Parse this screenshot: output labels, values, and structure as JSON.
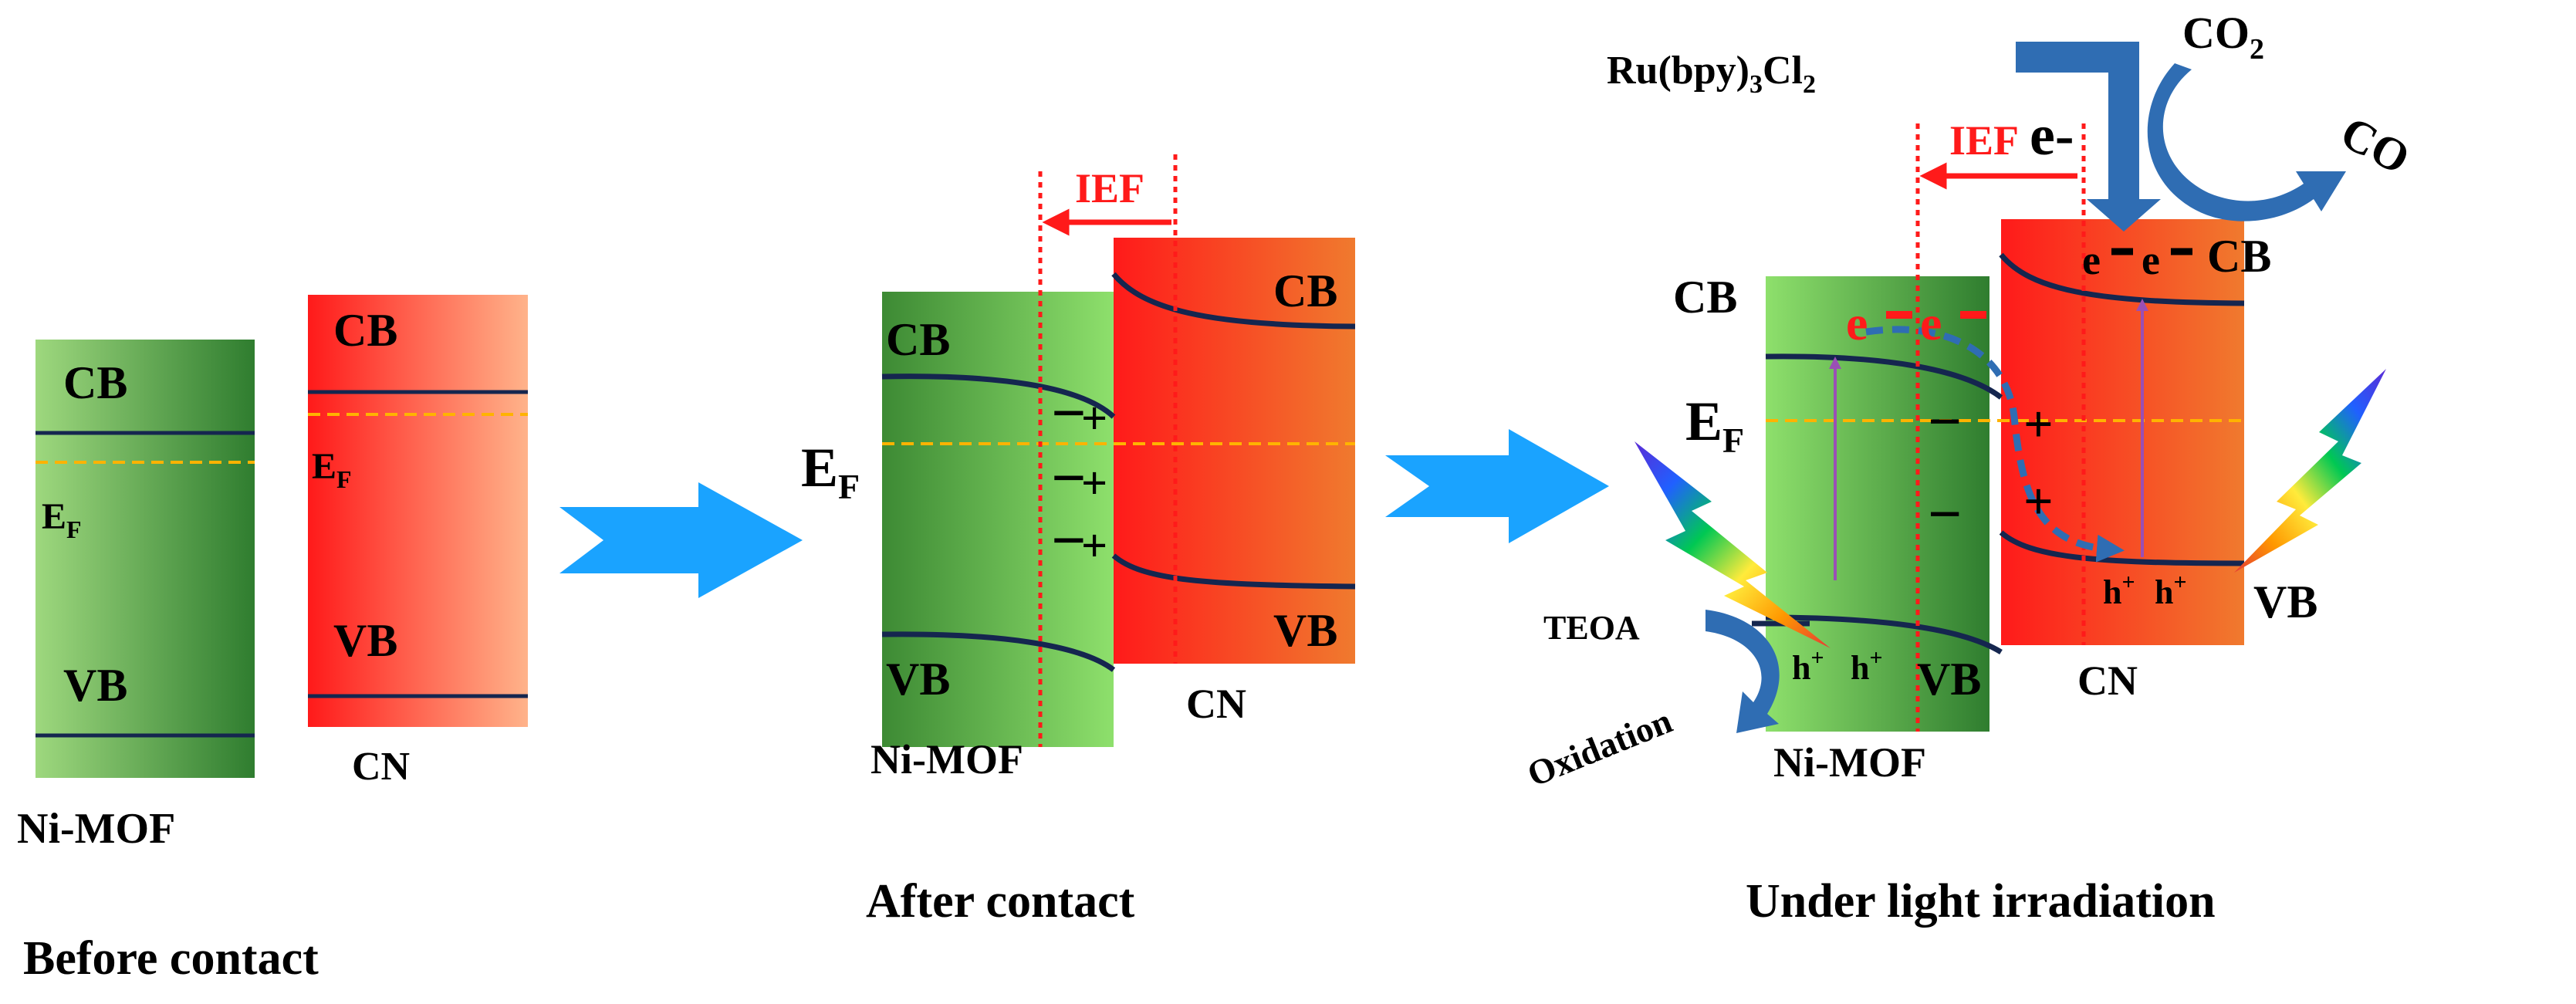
{
  "panels": [
    {
      "caption": "Before contact"
    },
    {
      "caption": "After contact"
    },
    {
      "caption": "Under light irradiation"
    }
  ],
  "labels": {
    "cb": "CB",
    "vb": "VB",
    "ef_main": "E",
    "ef_sub": "F",
    "nimof": "Ni-MOF",
    "cn": "CN",
    "ief": "IEF",
    "minus": "−",
    "plus": "+",
    "electron": "e",
    "e_dash": "e-",
    "hole": "h",
    "hole_sup": "+",
    "ru_main": "Ru(bpy)",
    "ru_sub3": "3",
    "ru_cl": "Cl",
    "ru_sub2": "2",
    "co2_main": "CO",
    "co2_sub": "2",
    "co": "CO",
    "teoa": "TEOA",
    "oxidation": "Oxidation"
  },
  "colors": {
    "mof_dark": "#2e7d32",
    "mof_light": "#8bd66b",
    "cn_red": "#ff1a1a",
    "cn_orange": "#f07a2e",
    "band_line": "#15264f",
    "fermi": "#ffb300",
    "ief_red": "#ff1a1a",
    "arrow_blue": "#1aa3ff",
    "flow_blue": "#2f6db3",
    "excitation": "#9a4fb5"
  }
}
